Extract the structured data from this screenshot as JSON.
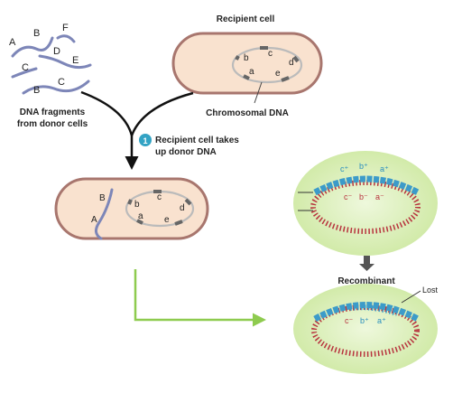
{
  "donor": {
    "fragments": [
      {
        "letters": [
          "A",
          "B",
          "F"
        ]
      },
      {
        "letters": [
          "C",
          "D",
          "E"
        ]
      },
      {
        "letters": [
          "B",
          "C"
        ]
      }
    ],
    "caption_line1": "DNA fragments",
    "caption_line2": "from donor cells"
  },
  "recipient": {
    "title": "Recipient cell",
    "genes": [
      "b",
      "c",
      "d",
      "a",
      "e"
    ],
    "chromosome_label": "Chromosomal DNA"
  },
  "step": {
    "number": "1",
    "text_line1": "Recipient cell takes",
    "text_line2": "up donor DNA"
  },
  "uptake_cell": {
    "donor_genes": [
      "B",
      "A"
    ],
    "genes": [
      "b",
      "c",
      "d",
      "a",
      "e"
    ]
  },
  "pairing": {
    "donor_labels": [
      "c⁺",
      "b⁺",
      "a⁺"
    ],
    "recipient_labels": [
      "c⁻",
      "b⁻",
      "a⁻"
    ]
  },
  "result": {
    "title": "Recombinant",
    "lost_label": "Lost",
    "labels": [
      "c⁻",
      "b⁺",
      "a⁺"
    ]
  },
  "colors": {
    "cell_fill": "#f9e2cf",
    "cell_border": "#a8766e",
    "donor_dna": "#7d86b8",
    "green_cell": "#d8efb2",
    "blue_strand": "#3c9bc9",
    "red_strand": "#b8343e",
    "arrow_green": "#8ecb4f",
    "step_circle": "#33a3c4"
  }
}
